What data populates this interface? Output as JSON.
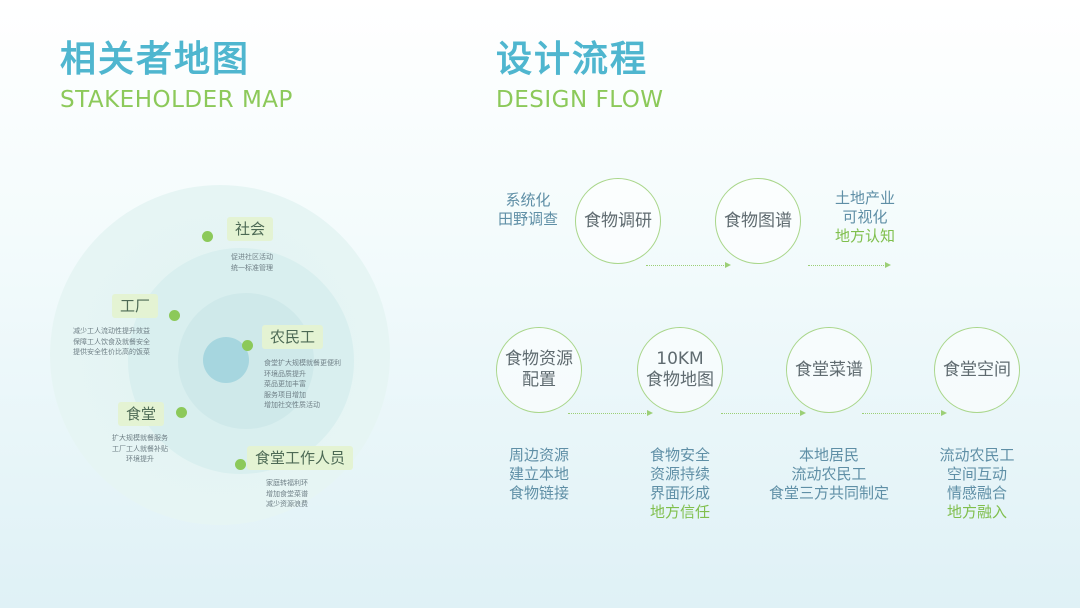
{
  "stakeholder": {
    "title_cn": "相关者地图",
    "title_en": "STAKEHOLDER MAP",
    "groups": [
      {
        "label": "社会",
        "notes": [
          "促进社区活动",
          "统一标准管理"
        ]
      },
      {
        "label": "工厂",
        "notes": [
          "减少工人流动性提升效益",
          "保障工人饮食及就餐安全",
          "提供安全性价比高的饭菜"
        ]
      },
      {
        "label": "农民工",
        "notes": [
          "食堂扩大规模就餐更便利",
          "环境品质提升",
          "菜品更加丰富",
          "服务项目增加",
          "增加社交性质活动"
        ]
      },
      {
        "label": "食堂",
        "notes": [
          "扩大规模就餐服务",
          "工厂工人就餐补贴",
          "环境提升"
        ]
      },
      {
        "label": "食堂工作人员",
        "notes": [
          "家庭转福利环",
          "增加食堂菜谱",
          "减少资源浪费"
        ]
      }
    ]
  },
  "flow": {
    "title_cn": "设计流程",
    "title_en": "DESIGN FLOW",
    "row1": {
      "left_notes": [
        "系统化",
        "田野调查"
      ],
      "nodes": [
        {
          "lines": [
            "食物调研"
          ]
        },
        {
          "lines": [
            "食物图谱"
          ]
        }
      ],
      "right_notes": [
        "土地产业",
        "可视化"
      ],
      "right_highlight": "地方认知"
    },
    "row2": {
      "nodes": [
        {
          "lines": [
            "食物资源",
            "配置"
          ],
          "notes": [
            "周边资源",
            "建立本地",
            "食物链接"
          ],
          "highlight": ""
        },
        {
          "lines": [
            "10KM",
            "食物地图"
          ],
          "notes": [
            "食物安全",
            "资源持续",
            "界面形成"
          ],
          "highlight": "地方信任"
        },
        {
          "lines": [
            "食堂菜谱"
          ],
          "notes": [
            "本地居民",
            "流动农民工",
            "食堂三方共同制定"
          ],
          "highlight": ""
        },
        {
          "lines": [
            "食堂空间"
          ],
          "notes": [
            "流动农民工",
            "空间互动",
            "情感融合"
          ],
          "highlight": "地方融入"
        }
      ]
    }
  },
  "colors": {
    "title": "#4fb6cf",
    "subtitle": "#8cc95a",
    "accent_green": "#8cc95a",
    "flow_text": "#5f8fa6"
  }
}
